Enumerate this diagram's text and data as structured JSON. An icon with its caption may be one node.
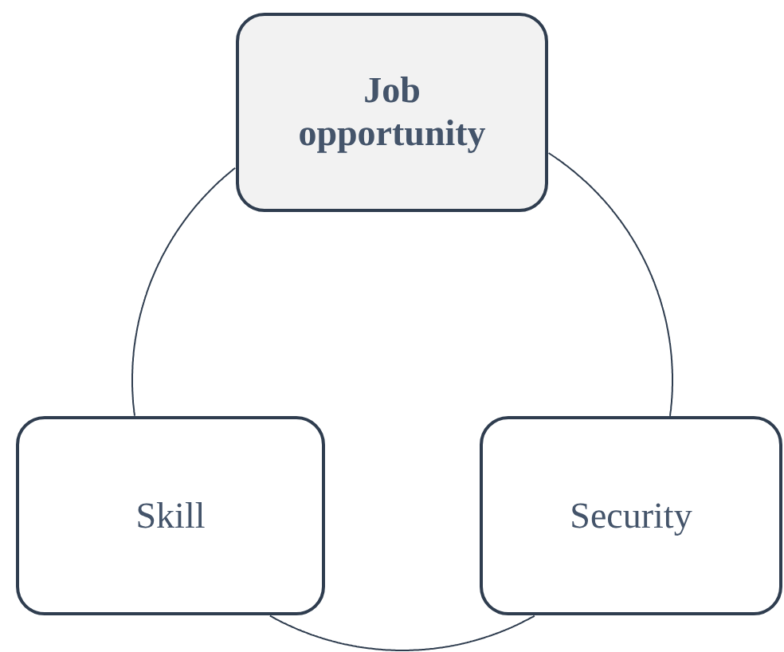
{
  "diagram": {
    "nodes": [
      {
        "text": [
          "Job opportunity"
        ]
      },
      {
        "text": [
          "Skill"
        ]
      },
      {
        "text": [
          "Security"
        ]
      }
    ],
    "edges": [
      {
        "from": 0,
        "to": 1,
        "arrow": "none"
      },
      {
        "from": 1,
        "to": 2,
        "arrow": "none"
      },
      {
        "from": 2,
        "to": 0,
        "arrow": "none"
      }
    ]
  }
}
